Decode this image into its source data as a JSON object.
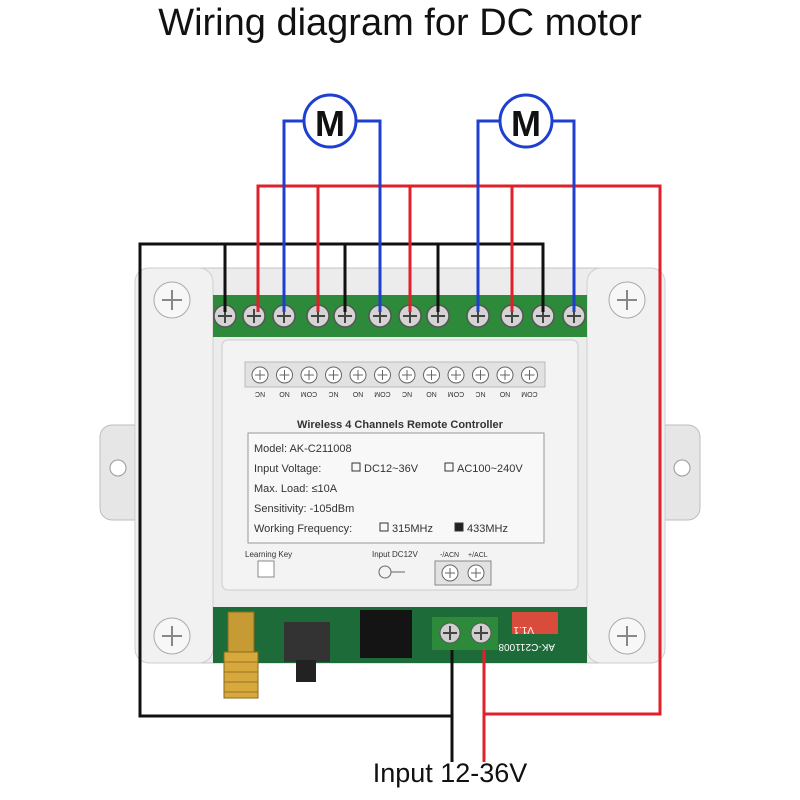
{
  "title": "Wiring diagram for DC motor",
  "input_caption": "Input 12-36V",
  "motor_label": "M",
  "terminal_labels": [
    "NC",
    "NO",
    "COM",
    "NC",
    "NO",
    "COM",
    "NC",
    "NO",
    "COM",
    "NC",
    "NO",
    "COM"
  ],
  "panel": {
    "heading": "Wireless 4 Channels Remote Controller",
    "model": "Model: AK-C211008",
    "input_voltage_label": "Input Voltage:",
    "opt_dc": "DC12~36V",
    "opt_ac": "AC100~240V",
    "max_load": "Max. Load: ≤10A",
    "sensitivity": "Sensitivity: -105dBm",
    "freq_label": "Working Frequency:",
    "opt_315": "315MHz",
    "opt_433": "433MHz",
    "learning_key": "Learning Key",
    "input_dc": "Input DC12V",
    "acn": "-/ACN",
    "acl": "+/ACL",
    "pcb_code": "AK-C211008",
    "pcb_ver": "V1.1"
  },
  "colors": {
    "wire_red": "#e0202a",
    "wire_blue": "#1f3fd0",
    "wire_black": "#111111",
    "terminal_green": "#2c8a3a",
    "housing": "#ececec"
  }
}
